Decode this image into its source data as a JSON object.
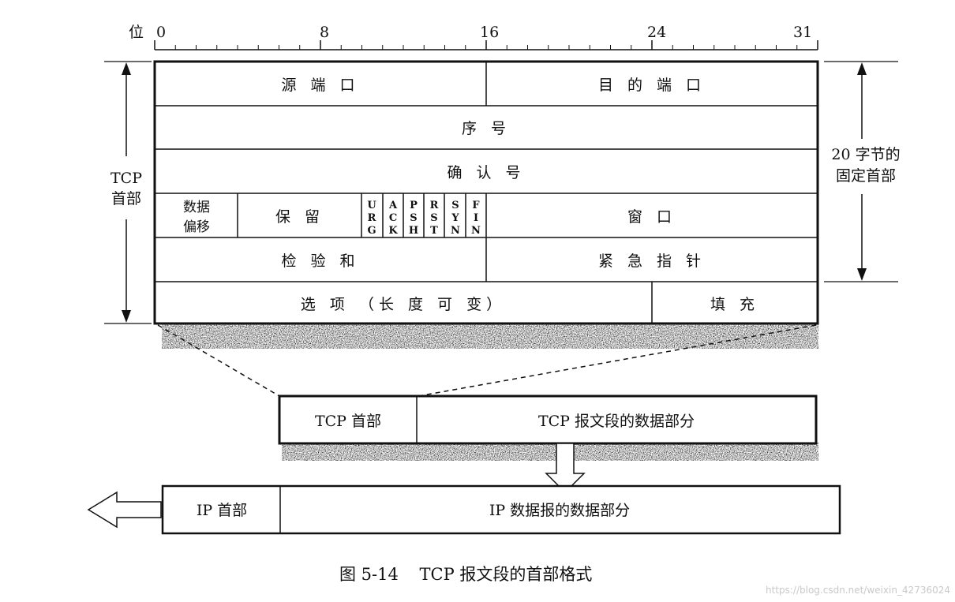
{
  "ruler": {
    "unit_label": "位",
    "ticks": [
      "0",
      "8",
      "16",
      "24",
      "31"
    ]
  },
  "header_rows": {
    "row1": {
      "src_port": "源 端 口",
      "dst_port": "目 的 端 口"
    },
    "row2": {
      "seq": "序 号"
    },
    "row3": {
      "ack": "确 认 号"
    },
    "row4": {
      "data_offset_line1": "数据",
      "data_offset_line2": "偏移",
      "reserved": "保 留",
      "flags": [
        {
          "l1": "U",
          "l2": "R",
          "l3": "G"
        },
        {
          "l1": "A",
          "l2": "C",
          "l3": "K"
        },
        {
          "l1": "P",
          "l2": "S",
          "l3": "H"
        },
        {
          "l1": "R",
          "l2": "S",
          "l3": "T"
        },
        {
          "l1": "S",
          "l2": "Y",
          "l3": "N"
        },
        {
          "l1": "F",
          "l2": "I",
          "l3": "N"
        }
      ],
      "window": "窗 口"
    },
    "row5": {
      "checksum": "检 验 和",
      "urgent": "紧 急 指 针"
    },
    "row6": {
      "options": "选 项 （长 度 可 变）",
      "padding": "填 充"
    }
  },
  "left_label": {
    "line1": "TCP",
    "line2": "首部"
  },
  "right_label": {
    "line1": "20 字节的",
    "line2": "固定首部"
  },
  "tcp_segment": {
    "header": "TCP 首部",
    "data": "TCP 报文段的数据部分"
  },
  "ip_datagram": {
    "header": "IP 首部",
    "data": "IP 数据报的数据部分"
  },
  "caption": "图 5-14    TCP 报文段的首部格式",
  "watermark": "https://blog.csdn.net/weixin_42736024"
}
